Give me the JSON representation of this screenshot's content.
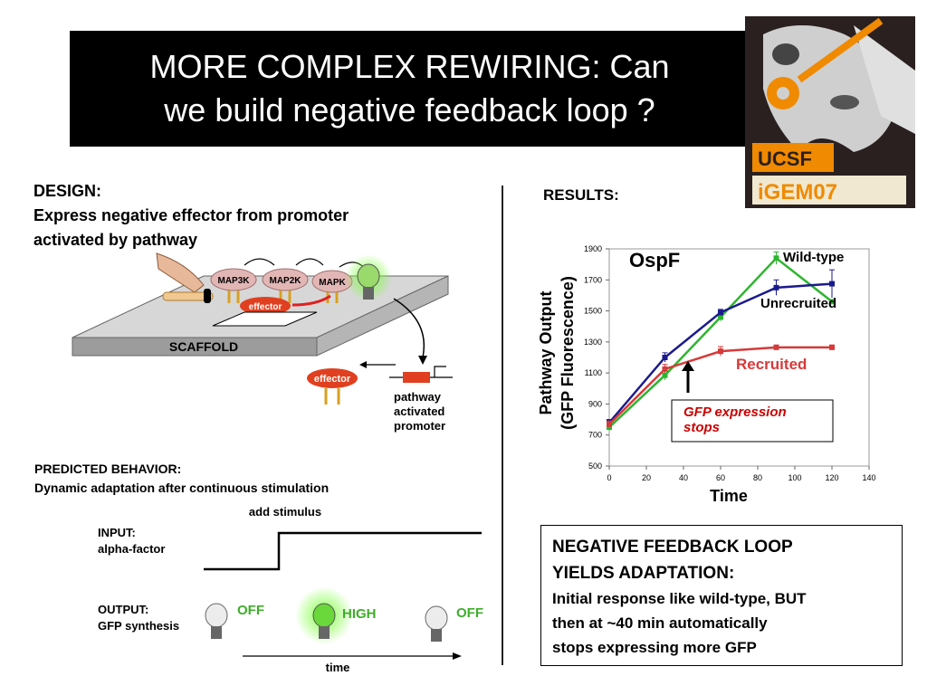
{
  "slide": {
    "title_line1": "MORE COMPLEX REWIRING: Can",
    "title_line2": "we build negative feedback loop ?",
    "logo_text_1": "UCSF",
    "logo_text_2": "iGEM07"
  },
  "design": {
    "heading": "DESIGN:",
    "line1": "Express negative effector from promoter",
    "line2": "activated by pathway"
  },
  "diagram": {
    "kinase1": "MAP3K",
    "kinase2": "MAP2K",
    "kinase3": "MAPK",
    "effector_bound": "effector",
    "effector_free": "effector",
    "scaffold": "SCAFFOLD",
    "promoter_line1": "pathway",
    "promoter_line2": "activated",
    "promoter_line3": "promoter"
  },
  "predicted": {
    "heading": "PREDICTED BEHAVIOR:",
    "subheading": "Dynamic adaptation after continuous stimulation",
    "add_stimulus": "add stimulus",
    "input_label1": "INPUT:",
    "input_label2": "alpha-factor",
    "output_label1": "OUTPUT:",
    "output_label2": "GFP synthesis",
    "state1": "OFF",
    "state2": "HIGH",
    "state3": "OFF",
    "time_label": "time"
  },
  "results": {
    "heading": "RESULTS:",
    "summary_title_1": "NEGATIVE FEEDBACK LOOP",
    "summary_title_2": "YIELDS ADAPTATION",
    "summary_colon": ":",
    "summary_line1": "Initial response like wild-type, BUT",
    "summary_line2": "then at ~40 min automatically",
    "summary_line3": "stops expressing more GFP"
  },
  "chart_data": {
    "type": "line",
    "title": "OspF",
    "xlabel": "Time",
    "ylabel_line1": "Pathway Output",
    "ylabel_line2": "(GFP Fluorescence)",
    "xlim": [
      0,
      140
    ],
    "ylim": [
      500,
      1900
    ],
    "xticks": [
      "0",
      "20",
      "40",
      "60",
      "80",
      "100",
      "120",
      "140"
    ],
    "yticks": [
      "500",
      "700",
      "900",
      "1100",
      "1300",
      "1500",
      "1700",
      "1900"
    ],
    "xtick_values": [
      0,
      20,
      40,
      60,
      80,
      100,
      120,
      140
    ],
    "ytick_values": [
      500,
      700,
      900,
      1100,
      1300,
      1500,
      1700,
      1900
    ],
    "series": [
      {
        "name": "Wild-type",
        "color": "#2db52d",
        "x": [
          0,
          30,
          60,
          90,
          120
        ],
        "y": [
          750,
          1085,
          1460,
          1840,
          1560
        ],
        "err": [
          20,
          30,
          25,
          40,
          0
        ]
      },
      {
        "name": "Unrecruited",
        "color": "#1a1a8c",
        "x": [
          0,
          30,
          60,
          90,
          120
        ],
        "y": [
          780,
          1200,
          1490,
          1650,
          1675
        ],
        "err": [
          20,
          30,
          20,
          50,
          90
        ]
      },
      {
        "name": "Recruited",
        "color": "#d63a3a",
        "x": [
          0,
          30,
          60,
          90,
          120
        ],
        "y": [
          770,
          1125,
          1240,
          1265,
          1265
        ],
        "err": [
          20,
          30,
          30,
          15,
          15
        ]
      }
    ],
    "annotation_line1": "GFP expression",
    "annotation_line2": "stops",
    "annotation_color": "#cc0000"
  }
}
